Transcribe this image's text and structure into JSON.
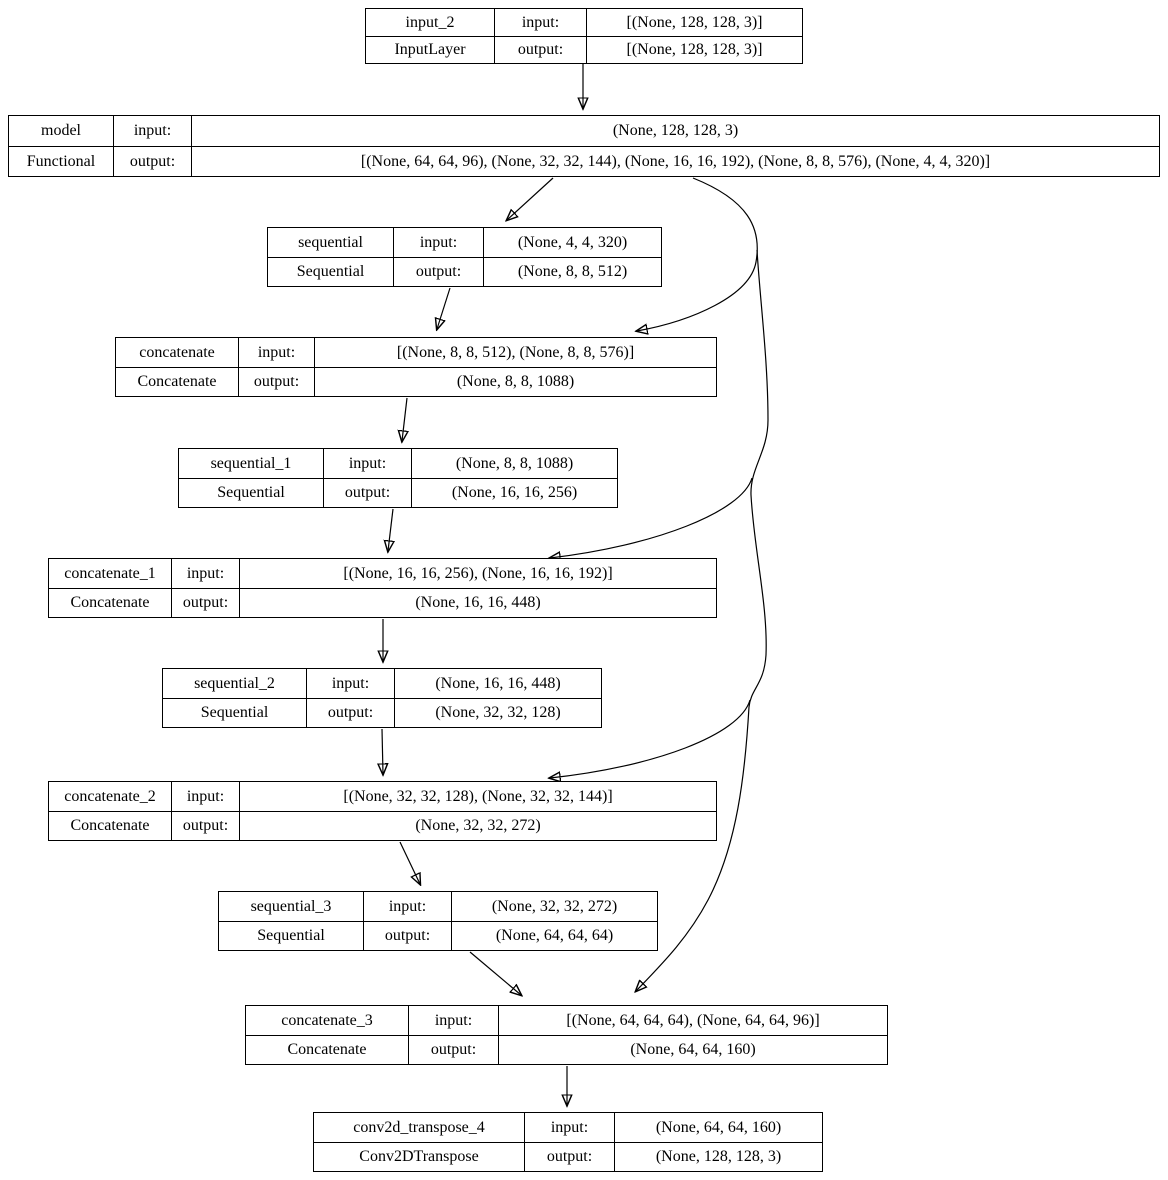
{
  "diagram": {
    "kind": "keras-plot_model-architecture",
    "background_color": "#ffffff",
    "line_color": "#000000"
  },
  "nodes": [
    {
      "name": "input_2",
      "class_name": "InputLayer",
      "input_label": "input:",
      "output_label": "output:",
      "input_shape": "[(None, 128, 128, 3)]",
      "output_shape": "[(None, 128, 128, 3)]"
    },
    {
      "name": "model",
      "class_name": "Functional",
      "input_label": "input:",
      "output_label": "output:",
      "input_shape": "(None, 128, 128, 3)",
      "output_shape": "[(None, 64, 64, 96), (None, 32, 32, 144), (None, 16, 16, 192), (None, 8, 8, 576), (None, 4, 4, 320)]"
    },
    {
      "name": "sequential",
      "class_name": "Sequential",
      "input_label": "input:",
      "output_label": "output:",
      "input_shape": "(None, 4, 4, 320)",
      "output_shape": "(None, 8, 8, 512)"
    },
    {
      "name": "concatenate",
      "class_name": "Concatenate",
      "input_label": "input:",
      "output_label": "output:",
      "input_shape": "[(None, 8, 8, 512), (None, 8, 8, 576)]",
      "output_shape": "(None, 8, 8, 1088)"
    },
    {
      "name": "sequential_1",
      "class_name": "Sequential",
      "input_label": "input:",
      "output_label": "output:",
      "input_shape": "(None, 8, 8, 1088)",
      "output_shape": "(None, 16, 16, 256)"
    },
    {
      "name": "concatenate_1",
      "class_name": "Concatenate",
      "input_label": "input:",
      "output_label": "output:",
      "input_shape": "[(None, 16, 16, 256), (None, 16, 16, 192)]",
      "output_shape": "(None, 16, 16, 448)"
    },
    {
      "name": "sequential_2",
      "class_name": "Sequential",
      "input_label": "input:",
      "output_label": "output:",
      "input_shape": "(None, 16, 16, 448)",
      "output_shape": "(None, 32, 32, 128)"
    },
    {
      "name": "concatenate_2",
      "class_name": "Concatenate",
      "input_label": "input:",
      "output_label": "output:",
      "input_shape": "[(None, 32, 32, 128), (None, 32, 32, 144)]",
      "output_shape": "(None, 32, 32, 272)"
    },
    {
      "name": "sequential_3",
      "class_name": "Sequential",
      "input_label": "input:",
      "output_label": "output:",
      "input_shape": "(None, 32, 32, 272)",
      "output_shape": "(None, 64, 64, 64)"
    },
    {
      "name": "concatenate_3",
      "class_name": "Concatenate",
      "input_label": "input:",
      "output_label": "output:",
      "input_shape": "[(None, 64, 64, 64), (None, 64, 64, 96)]",
      "output_shape": "(None, 64, 64, 160)"
    },
    {
      "name": "conv2d_transpose_4",
      "class_name": "Conv2DTranspose",
      "input_label": "input:",
      "output_label": "output:",
      "input_shape": "(None, 64, 64, 160)",
      "output_shape": "(None, 128, 128, 3)"
    }
  ],
  "edges": [
    {
      "from": "input_2",
      "to": "model"
    },
    {
      "from": "model",
      "to": "sequential"
    },
    {
      "from": "model",
      "to": "concatenate"
    },
    {
      "from": "model",
      "to": "concatenate_1"
    },
    {
      "from": "model",
      "to": "concatenate_2"
    },
    {
      "from": "model",
      "to": "concatenate_3"
    },
    {
      "from": "sequential",
      "to": "concatenate"
    },
    {
      "from": "concatenate",
      "to": "sequential_1"
    },
    {
      "from": "sequential_1",
      "to": "concatenate_1"
    },
    {
      "from": "concatenate_1",
      "to": "sequential_2"
    },
    {
      "from": "sequential_2",
      "to": "concatenate_2"
    },
    {
      "from": "concatenate_2",
      "to": "sequential_3"
    },
    {
      "from": "sequential_3",
      "to": "concatenate_3"
    },
    {
      "from": "concatenate_3",
      "to": "conv2d_transpose_4"
    }
  ]
}
